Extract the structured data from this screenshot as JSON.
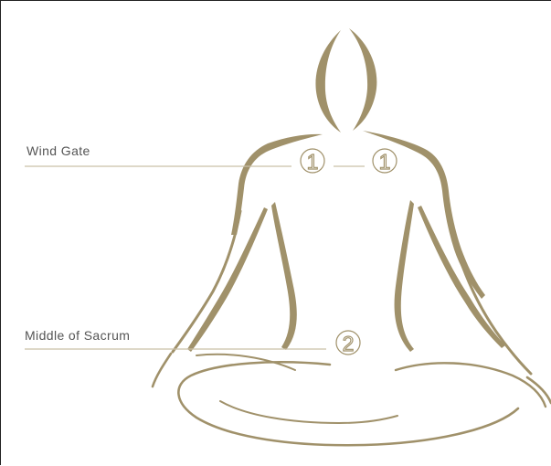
{
  "labels": {
    "wind_gate": "Wind Gate",
    "middle_of_sacrum": "Middle of Sacrum"
  },
  "points": {
    "left_shoulder": "1",
    "right_shoulder": "1",
    "sacrum": "2"
  },
  "colors": {
    "figure": "#a0916a",
    "leader_line": "#c9c0a8",
    "label_text": "#555555",
    "frame": "#222222"
  }
}
